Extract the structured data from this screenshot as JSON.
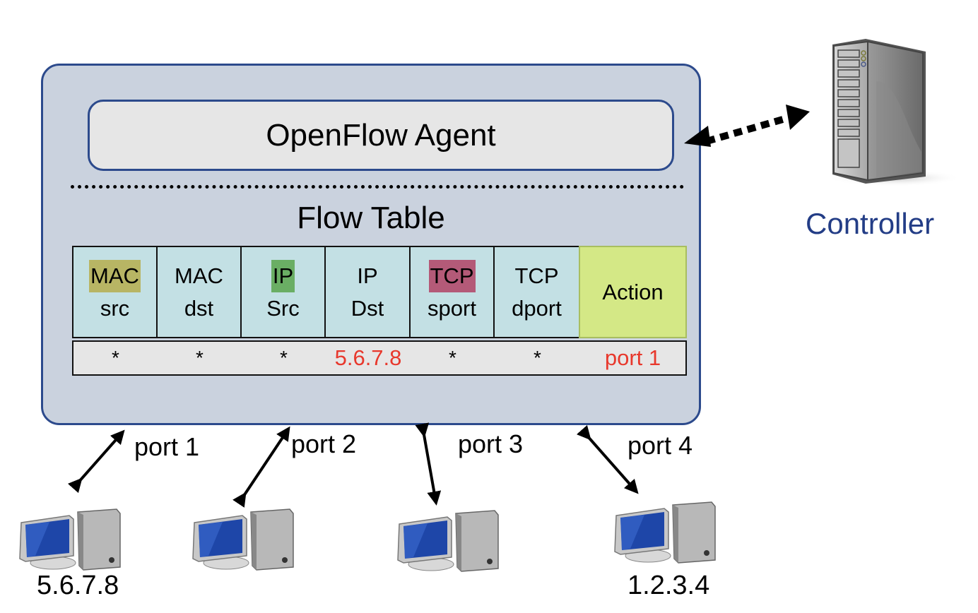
{
  "switch": {
    "agent_label": "OpenFlow Agent",
    "table_title": "Flow Table",
    "columns": [
      {
        "line1": "MAC",
        "line2": "src",
        "highlight": "#b8b564"
      },
      {
        "line1": "MAC",
        "line2": "dst",
        "highlight": null
      },
      {
        "line1": "IP",
        "line2": "Src",
        "highlight": "#6aae64"
      },
      {
        "line1": "IP",
        "line2": "Dst",
        "highlight": null
      },
      {
        "line1": "TCP",
        "line2": "sport",
        "highlight": "#b45a78"
      },
      {
        "line1": "TCP",
        "line2": "dport",
        "highlight": null
      },
      {
        "line1": "Action",
        "line2": "",
        "highlight": null
      }
    ],
    "rule": [
      "*",
      "*",
      "*",
      "5.6.7.8",
      "*",
      "*",
      "port 1"
    ],
    "rule_highlight_color": "#e8382c"
  },
  "controller": {
    "label": "Controller",
    "label_color": "#233d86",
    "icon": "server-tower-icon"
  },
  "ports": [
    {
      "label": "port 1"
    },
    {
      "label": "port 2"
    },
    {
      "label": "port 3"
    },
    {
      "label": "port 4"
    }
  ],
  "hosts": [
    {
      "ip": "5.6.7.8",
      "icon": "desktop-computer-icon"
    },
    {
      "ip": "",
      "icon": "desktop-computer-icon"
    },
    {
      "ip": "",
      "icon": "desktop-computer-icon"
    },
    {
      "ip": "1.2.3.4",
      "icon": "desktop-computer-icon"
    }
  ]
}
